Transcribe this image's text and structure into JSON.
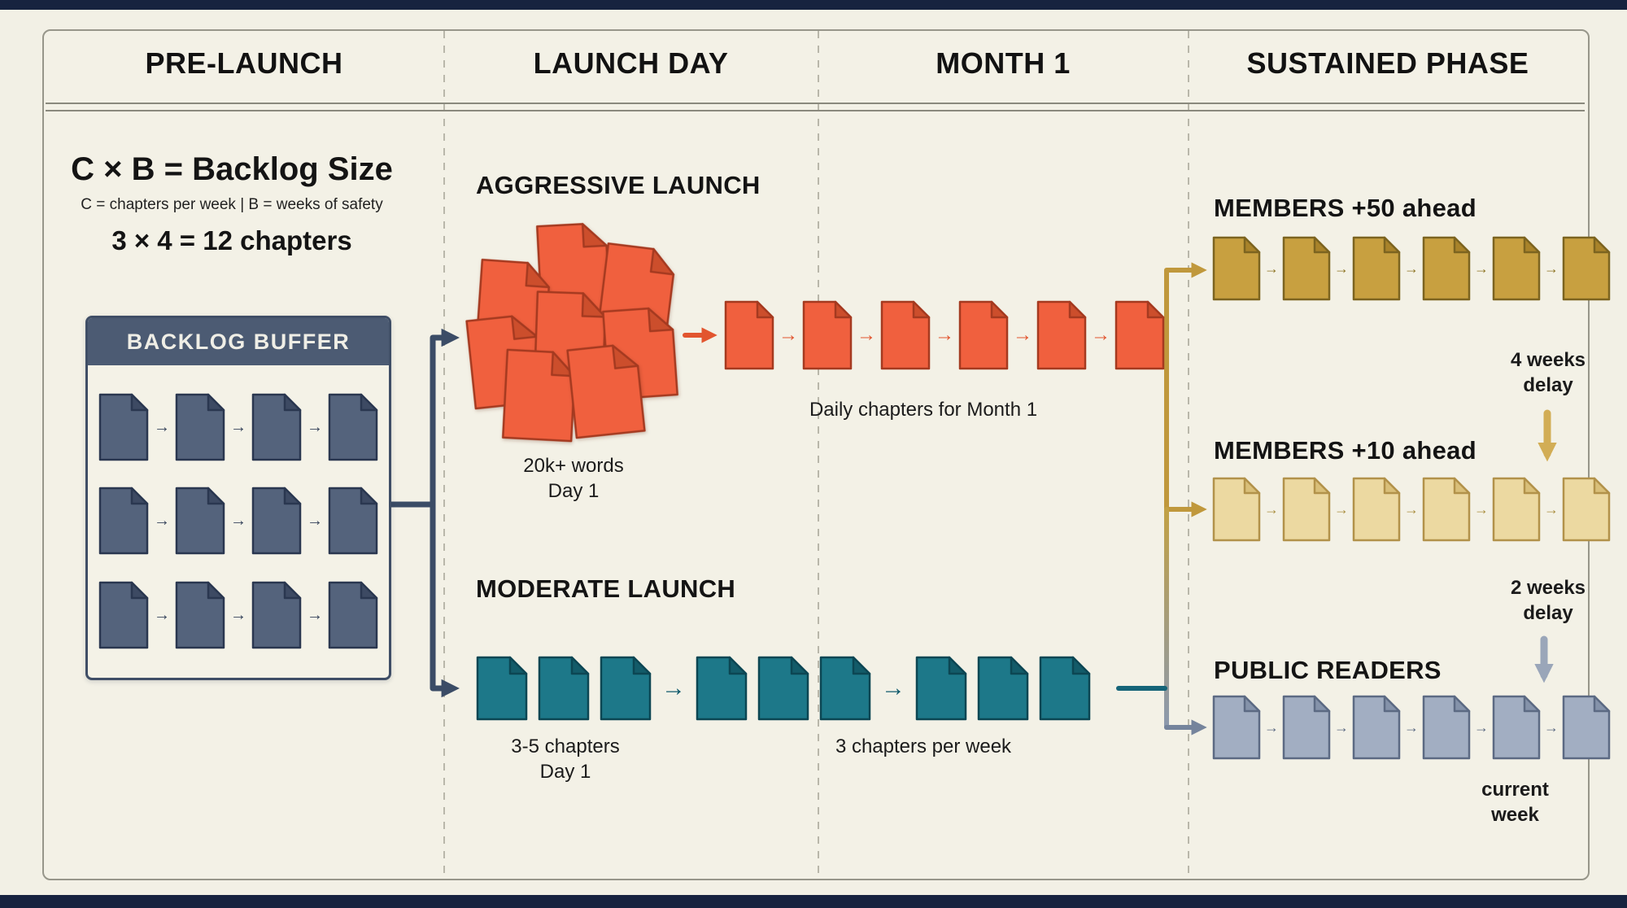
{
  "columns": [
    "PRE-LAUNCH",
    "LAUNCH DAY",
    "MONTH 1",
    "SUSTAINED PHASE"
  ],
  "prelaunch": {
    "formula_title": "C × B = Backlog Size",
    "formula_sub": "C = chapters per week  |  B = weeks of safety",
    "formula_example": "3 × 4 = 12 chapters",
    "backlog_title": "BACKLOG BUFFER",
    "grid_row": {
      "count": 4,
      "w": 62,
      "h": 84,
      "fill": "#54637c",
      "stroke": "#2a3750",
      "fold": "#3d4a63",
      "arrow": "→",
      "arrow_color": "#36445c",
      "arrow_size": 20,
      "gap": 6
    }
  },
  "launch": {
    "aggressive_title": "AGGRESSIVE LAUNCH",
    "cluster": {
      "count": 8,
      "w": 88,
      "h": 112,
      "fill": "#f0603e",
      "stroke": "#a53a20",
      "fold": "#cc4e2c"
    },
    "aggressive_caption": [
      "20k+ words",
      "Day 1"
    ],
    "moderate_title": "MODERATE LAUNCH",
    "moderate_caption": [
      "3-5 chapters",
      "Day 1"
    ]
  },
  "month1": {
    "orange_row": {
      "count": 6,
      "w": 62,
      "h": 86,
      "fill": "#f0603e",
      "stroke": "#a53a20",
      "fold": "#cc4e2c",
      "arrow": "→",
      "arrow_color": "#e2552f",
      "arrow_size": 24,
      "gap": 5
    },
    "orange_caption": "Daily chapters for Month 1",
    "teal_row": {
      "groups": [
        3,
        3,
        3
      ],
      "w": 64,
      "h": 80,
      "fill": "#1d7889",
      "stroke": "#0c4653",
      "fold": "#135b69",
      "group_arrow": "→",
      "group_arrow_color": "#0f5a6c",
      "arrow_size": 30,
      "gap": 12
    },
    "teal_caption": "3 chapters per week"
  },
  "sustained": {
    "rows": [
      {
        "title": "MEMBERS +50 ahead",
        "docs": {
          "count": 6,
          "w": 60,
          "h": 80,
          "fill": "#c8a040",
          "stroke": "#7c6420",
          "fold": "#a9832a",
          "arrow": "→",
          "arrow_color": "#8d7322",
          "arrow_size": 18,
          "gap": 4
        }
      },
      {
        "title": "MEMBERS +10 ahead",
        "docs": {
          "count": 6,
          "w": 60,
          "h": 80,
          "fill": "#ecd9a1",
          "stroke": "#b2924a",
          "fold": "#d9bf79",
          "arrow": "→",
          "arrow_color": "#a98e3f",
          "arrow_size": 18,
          "gap": 4
        }
      },
      {
        "title": "PUBLIC READERS",
        "docs": {
          "count": 6,
          "w": 60,
          "h": 80,
          "fill": "#a2aec2",
          "stroke": "#5c6a83",
          "fold": "#8593aa",
          "arrow": "→",
          "arrow_color": "#5c6a83",
          "arrow_size": 18,
          "gap": 4
        }
      }
    ],
    "delay_1": [
      "4 weeks",
      "delay"
    ],
    "delay_2": [
      "2 weeks",
      "delay"
    ],
    "footer": [
      "current",
      "week"
    ]
  },
  "colors": {
    "bg": "#f2f0e5",
    "frame": "#17233f",
    "panel_border": "#97968a",
    "slate": "#3b4c66",
    "orange": "#e2552f",
    "gold": "#c0983c",
    "gray": "#75849c",
    "goldlight": "#d2ad55",
    "grayblue": "#9aa6b9",
    "teal_line": "#156478"
  }
}
